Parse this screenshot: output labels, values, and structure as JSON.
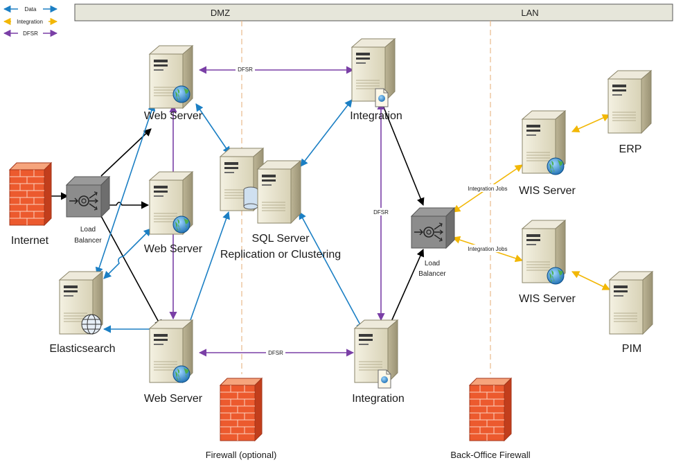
{
  "legend": [
    {
      "label": "Data",
      "color": "#1b7fc4"
    },
    {
      "label": "Integration",
      "color": "#f2b705"
    },
    {
      "label": "DFSR",
      "color": "#7a3fa6"
    }
  ],
  "zones": {
    "dmz": "DMZ",
    "lan": "LAN"
  },
  "nodes": {
    "internet": "Internet",
    "load_balancer_left": "Load\nBalancer",
    "web_server_top": "Web Server",
    "web_server_middle": "Web Server",
    "web_server_bottom": "Web Server",
    "elasticsearch": "Elasticsearch",
    "sql_server_line1": "SQL Server",
    "sql_server_line2": "Replication or Clustering",
    "integration_top": "Integration",
    "integration_bottom": "Integration",
    "load_balancer_right": "Load\nBalancer",
    "wis_server_top": "WIS Server",
    "wis_server_bottom": "WIS Server",
    "erp": "ERP",
    "pim": "PIM",
    "firewall_optional": "Firewall (optional)",
    "back_office_firewall": "Back-Office Firewall"
  },
  "edge_labels": {
    "dfsr_top": "DFSR",
    "dfsr_middle": "DFSR",
    "dfsr_bottom": "DFSR",
    "integration_jobs_top": "Integration Jobs",
    "integration_jobs_bottom": "Integration Jobs"
  },
  "colors": {
    "data": "#1b7fc4",
    "integration": "#f2b705",
    "dfsr": "#7a3fa6",
    "plain": "#000000",
    "firewall": "#e8552a",
    "zone_line": "#e8b98a",
    "header_fill": "#e6e6da"
  }
}
